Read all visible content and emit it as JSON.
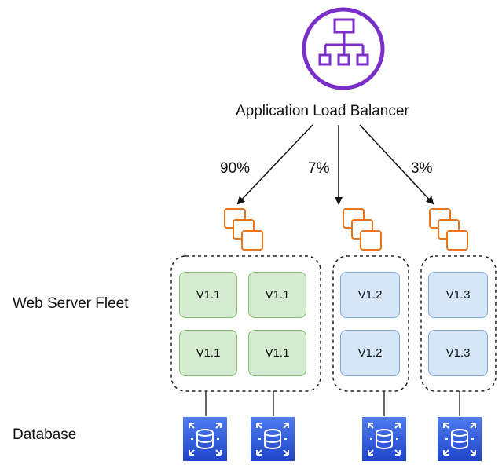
{
  "load_balancer": {
    "label": "Application Load Balancer",
    "icon": "hierarchy-icon",
    "color": "#7b2fc9"
  },
  "routes": [
    {
      "percent": "90%"
    },
    {
      "percent": "7%"
    },
    {
      "percent": "3%"
    }
  ],
  "rows": {
    "fleet_label": "Web Server Fleet",
    "database_label": "Database"
  },
  "fleets": [
    {
      "servers": [
        "V1.1",
        "V1.1",
        "V1.1",
        "V1.1"
      ]
    },
    {
      "servers": [
        "V1.2",
        "V1.2"
      ]
    },
    {
      "servers": [
        "V1.3",
        "V1.3"
      ]
    }
  ],
  "colors": {
    "instance_orange": "#e8741c",
    "database_blue": "#2a54d6",
    "v11_fill": "#d5ebcf",
    "v12_v13_fill": "#d4e6f7"
  },
  "icons": {
    "instances": "ec2-instances-icon",
    "database": "database-icon"
  }
}
